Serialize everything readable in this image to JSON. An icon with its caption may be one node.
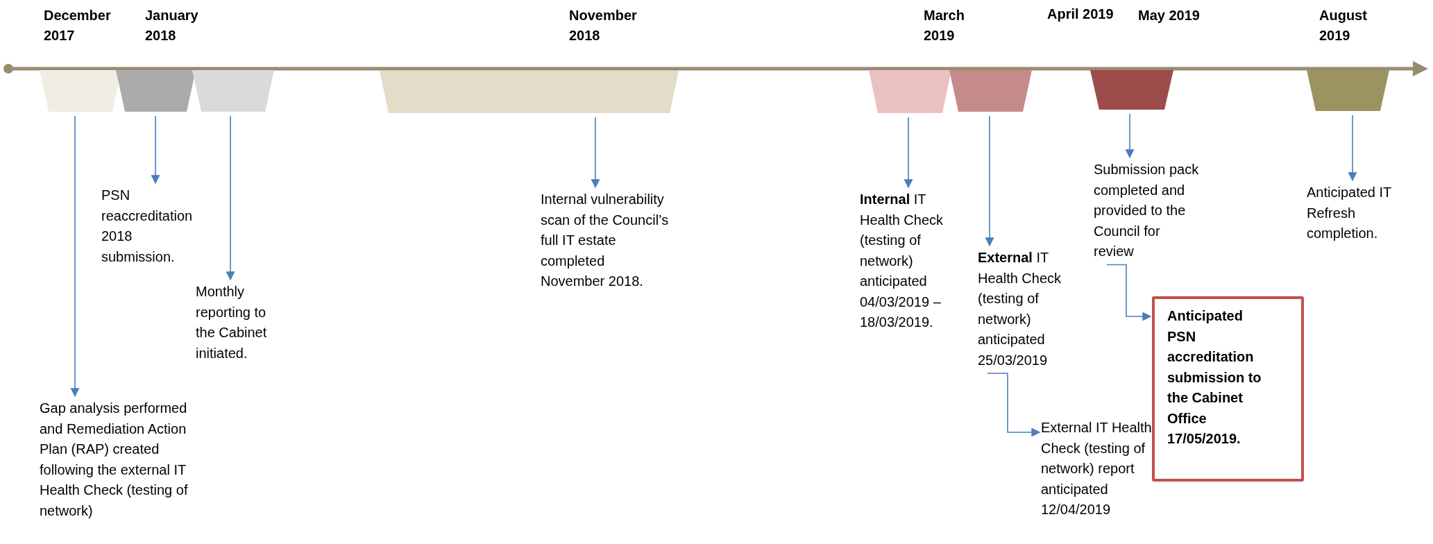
{
  "diagram": {
    "nodes": [
      {
        "text": [],
        "shape": "trapezoid"
      },
      {
        "text": [],
        "shape": "trapezoid"
      },
      {
        "text": [],
        "shape": "trapezoid"
      },
      {
        "text": [],
        "shape": "trapezoid"
      },
      {
        "text": [],
        "shape": "trapezoid"
      },
      {
        "text": [],
        "shape": "trapezoid"
      },
      {
        "text": [],
        "shape": "trapezoid"
      },
      {
        "text": [],
        "shape": "trapezoid"
      },
      {
        "text": [
          "Gap analysis performed and Remediation Action Plan (RAP) created following the external IT Health Check (testing of network)"
        ]
      },
      {
        "text": [
          "PSN reaccreditation 2018 submission."
        ]
      },
      {
        "text": [
          "Monthly reporting to the Cabinet initiated."
        ]
      },
      {
        "text": [
          "Internal vulnerability scan of the Council’s full IT estate completed November 2018."
        ]
      },
      {
        "text": [
          "**Internal** IT Health Check (testing of network) anticipated 04/03/2019 – 18/03/2019."
        ]
      },
      {
        "text": [
          "**External** IT Health Check (testing of network) anticipated 25/03/2019"
        ]
      },
      {
        "text": [
          "Submission pack completed and provided to the Council for review"
        ]
      },
      {
        "text": [
          "Anticipated IT Refresh completion."
        ]
      },
      {
        "text": [
          "Anticipated PSN accreditation submission to the Cabinet Office 17/05/2019."
        ]
      },
      {
        "text": [
          "External IT Health Check (testing of network) report anticipated 12/04/2019"
        ]
      }
    ],
    "edges": [
      {
        "from": 0,
        "to": 8,
        "arrow": "to"
      },
      {
        "from": 1,
        "to": 9,
        "arrow": "to"
      },
      {
        "from": 2,
        "to": 10,
        "arrow": "to"
      },
      {
        "from": 3,
        "to": 11,
        "arrow": "to"
      },
      {
        "from": 4,
        "to": 12,
        "arrow": "to"
      },
      {
        "from": 5,
        "to": 13,
        "arrow": "to"
      },
      {
        "from": 6,
        "to": 14,
        "arrow": "to"
      },
      {
        "from": 7,
        "to": 15,
        "arrow": "to"
      },
      {
        "from": 14,
        "to": 16,
        "arrow": "to"
      },
      {
        "from": 13,
        "to": 17,
        "arrow": "to"
      }
    ],
    "labels": [
      "December 2017",
      "January 2018",
      "November 2018",
      "March 2019",
      "April 2019",
      "May 2019",
      "August 2019"
    ]
  }
}
